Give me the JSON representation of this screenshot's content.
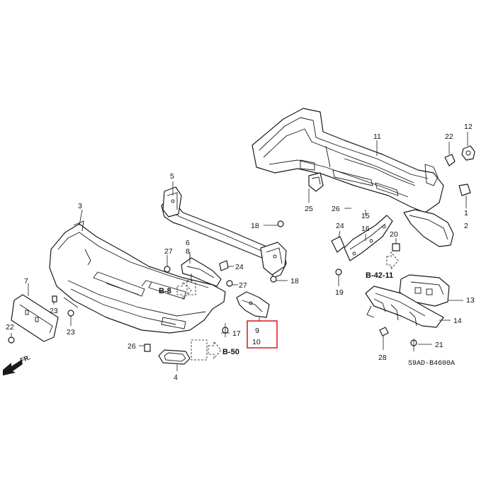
{
  "diagram": {
    "callouts": {
      "c1": "1",
      "c2": "2",
      "c3": "3",
      "c4": "4",
      "c5": "5",
      "c6": "6",
      "c7": "7",
      "c8": "8",
      "c11": "11",
      "c12": "12",
      "c13": "13",
      "c14": "14",
      "c15": "15",
      "c16": "16",
      "c17": "17",
      "c18a": "18",
      "c18b": "18",
      "c19": "19",
      "c20": "20",
      "c21": "21",
      "c22a": "22",
      "c22b": "22",
      "c23a": "23",
      "c23b": "23",
      "c24a": "24",
      "c24b": "24",
      "c25": "25",
      "c26a": "26",
      "c26b": "26",
      "c27a": "27",
      "c27b": "27",
      "c28": "28"
    },
    "highlighted": {
      "top": "9",
      "bottom": "10",
      "box_color": "#d7262c"
    },
    "references": {
      "b8": "B-8",
      "b50": "B-50",
      "b42": "B-42-11"
    },
    "front_arrow": "FR.",
    "diagram_code": "S9AD-B4600A"
  }
}
